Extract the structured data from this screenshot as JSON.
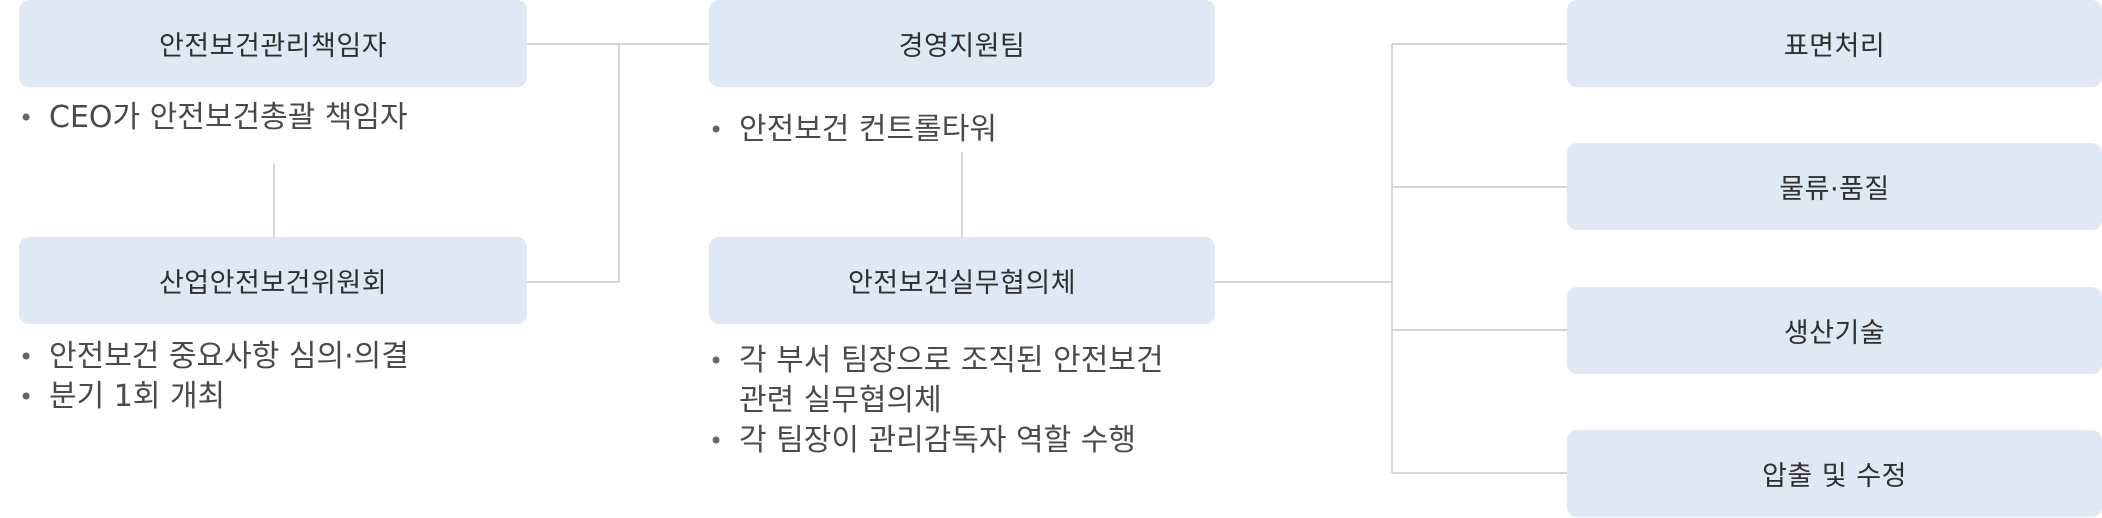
{
  "left": {
    "top_box": "안전보건관리책임자",
    "top_bullets": [
      "CEO가 안전보건총괄 책임자"
    ],
    "bottom_box": "산업안전보건위원회",
    "bottom_bullets": [
      "안전보건 중요사항 심의·의결",
      "분기 1회 개최"
    ]
  },
  "center": {
    "top_box": "경영지원팀",
    "top_bullets": [
      "안전보건 컨트롤타워"
    ],
    "bottom_box": "안전보건실무협의체",
    "bottom_bullets": [
      "각 부서 팀장으로 조직된 안전보건\n관련 실무협의체",
      "각 팀장이 관리감독자 역할 수행"
    ]
  },
  "right": {
    "boxes": [
      "표면처리",
      "물류·품질",
      "생산기술",
      "압출 및 수정"
    ]
  }
}
